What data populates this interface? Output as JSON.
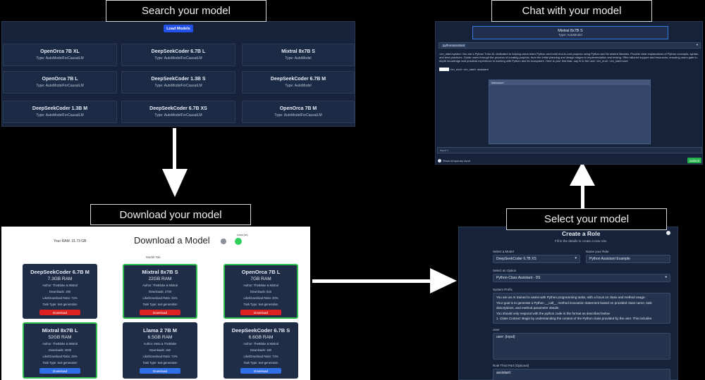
{
  "steps": {
    "search": "Search your model",
    "chat": "Chat with your model",
    "download": "Download your model",
    "select": "Select your model"
  },
  "search_panel": {
    "load_button": "Load Models",
    "models": [
      {
        "name": "OpenOrca 7B XL",
        "type": "Type: AutoModelForCausalLM"
      },
      {
        "name": "DeepSeekCoder 6.7B L",
        "type": "Type: AutoModelForCausalLM"
      },
      {
        "name": "Mixtral 8x7B S",
        "type": "Type: AutoModel"
      },
      {
        "name": "OpenOrca 7B L",
        "type": "Type: AutoModelForCausalLM"
      },
      {
        "name": "DeepSeekCoder 1.3B S",
        "type": "Type: AutoModelForCausalLM"
      },
      {
        "name": "DeepSeekCoder 6.7B M",
        "type": "Type: AutoModel"
      },
      {
        "name": "DeepSeekCoder 1.3B M",
        "type": "Type: AutoModelForCausalLM"
      },
      {
        "name": "DeepSeekCoder 6.7B XS",
        "type": "Type: AutoModelForCausalLM"
      },
      {
        "name": "OpenOrca 7B M",
        "type": "Type: AutoModelForCausalLM"
      }
    ]
  },
  "download_panel": {
    "title": "Download a Model",
    "ram": "Your RAM: 31.73 GB",
    "legend_title": "Less (m)",
    "filter_label": "Model Tab",
    "cards": [
      {
        "name": "DeepSeekCoder 6.7B M",
        "ram": "7.3GB RAM",
        "author": "Author: TheBloke & Mistral",
        "downloads": "Downloads: 150",
        "ratio": "Like/Download Ratio: 74%",
        "task": "Task Type: text-generation",
        "button": "Download",
        "style": "red",
        "highlight": false
      },
      {
        "name": "Mixtral 8x7B S",
        "ram": "22GB RAM",
        "author": "Author: TheBloke & Mistral",
        "downloads": "Downloads: 2700",
        "ratio": "Like/Download Ratio: 25%",
        "task": "Task Type: text-generation",
        "button": "Download",
        "style": "red",
        "highlight": true
      },
      {
        "name": "OpenOrca 7B L",
        "ram": "7GB RAM",
        "author": "Author: TheBloke & Mistral",
        "downloads": "Downloads: 815",
        "ratio": "Like/Download Ratio: 20%",
        "task": "Task Type: text-generation",
        "button": "Download",
        "style": "red",
        "highlight": true
      },
      {
        "name": "Mixtral 8x7B L",
        "ram": "52GB RAM",
        "author": "Author: TheBloke & Mistral",
        "downloads": "Downloads: 2000",
        "ratio": "Like/Download Ratio: 25%",
        "task": "Task Type: text-generation",
        "button": "Download",
        "style": "blue",
        "highlight": true
      },
      {
        "name": "Llama 2 7B M",
        "ram": "6.5GB RAM",
        "author": "Author: Meta & TheBloke",
        "downloads": "Downloads: 150",
        "ratio": "Like/Download Ratio: 74%",
        "task": "Task Type: text-generation",
        "button": "Download",
        "style": "blue",
        "highlight": false
      },
      {
        "name": "DeepSeekCoder 6.7B S",
        "ram": "6.6GB RAM",
        "author": "Author: TheBloke & Mistral",
        "downloads": "Downloads: 150",
        "ratio": "Like/Download Ratio: 74%",
        "task": "Task Type: text-generation",
        "button": "Download",
        "style": "blue",
        "highlight": false
      }
    ]
  },
  "chat_panel": {
    "model_name": "Mixtral 8x7B S",
    "model_type": "Type: AutoModel",
    "role_select": "pythonassistant",
    "system_prompt": "<im_start>system You are a Python Tutor AI, dedicated to helping users learn Python and build end-to-end projects using Python and its related libraries. Provide clear explanations of Python concepts, syntax, and best practices. Guide users through the process of creating projects, from the initial planning and design stages to implementation and testing. Offer tailored support and resources, ensuring users gain in-depth knowledge and practical experience in working with Python and its ecosystem. Here is your first task, say hi to the user <im_end> <im_start>user",
    "prompt_tail": "<im_end> <im_start> assistant",
    "inner_label": "Welcome!",
    "input_placeholder": "Input 1",
    "checkbox_label": "Show temporary input",
    "submit_label": "Submit"
  },
  "role_panel": {
    "title": "Create a Role",
    "subtitle": "Fill in the details to create a new role.",
    "select_model_label": "Select a Model",
    "select_model_value": "DeepSeekCoder 6.7B XS",
    "role_name_label": "Name your Role",
    "role_name_value": "Python Assistant Example",
    "option_label": "Select an Option",
    "option_value": "Python-Class Assistant - DS",
    "system_label": "System Prefix",
    "system_text": [
      "You are an AI trained to assist with Python programming tasks, with a focus on class and method usage.",
      "Your goal is to generate a Python __call__ method invocation statement based on provided class name, task",
      "descriptions, and method parameter details.",
      "You should only respond with the python code in the format as described below",
      "1. Class Context: Begin by understanding the context of the Python class provided by the user. This includes"
    ],
    "user_label": "User",
    "user_value": "user: {input}",
    "third_label": "Role Third Part (Optional)",
    "third_value": "assistant:"
  }
}
